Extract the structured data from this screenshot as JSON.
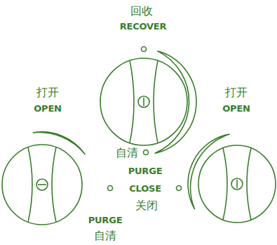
{
  "diagram": {
    "labels": [
      "回收",
      "RECOVER",
      "打开",
      "OPEN",
      "打开",
      "OPEN",
      "自清",
      "PURGE",
      "CLOSE",
      "关闭",
      "PURGE",
      "自清"
    ]
  }
}
